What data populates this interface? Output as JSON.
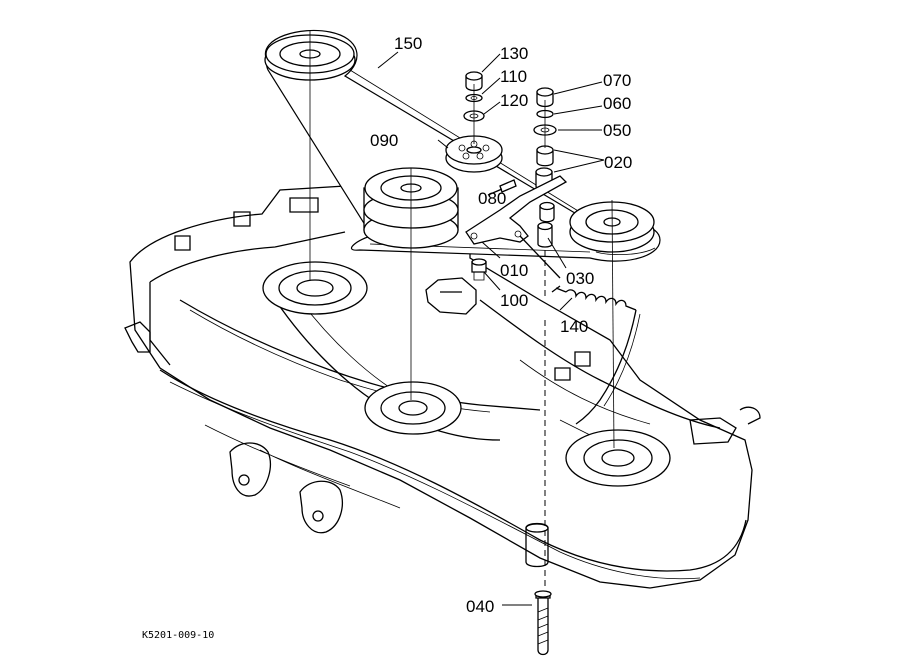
{
  "figure_id": "K5201-009-10",
  "callouts": {
    "p010": "010",
    "p020": "020",
    "p030": "030",
    "p040": "040",
    "p050": "050",
    "p060": "060",
    "p070": "070",
    "p080": "080",
    "p090": "090",
    "p100": "100",
    "p110": "110",
    "p120": "120",
    "p130": "130",
    "p140": "140",
    "p150": "150"
  }
}
